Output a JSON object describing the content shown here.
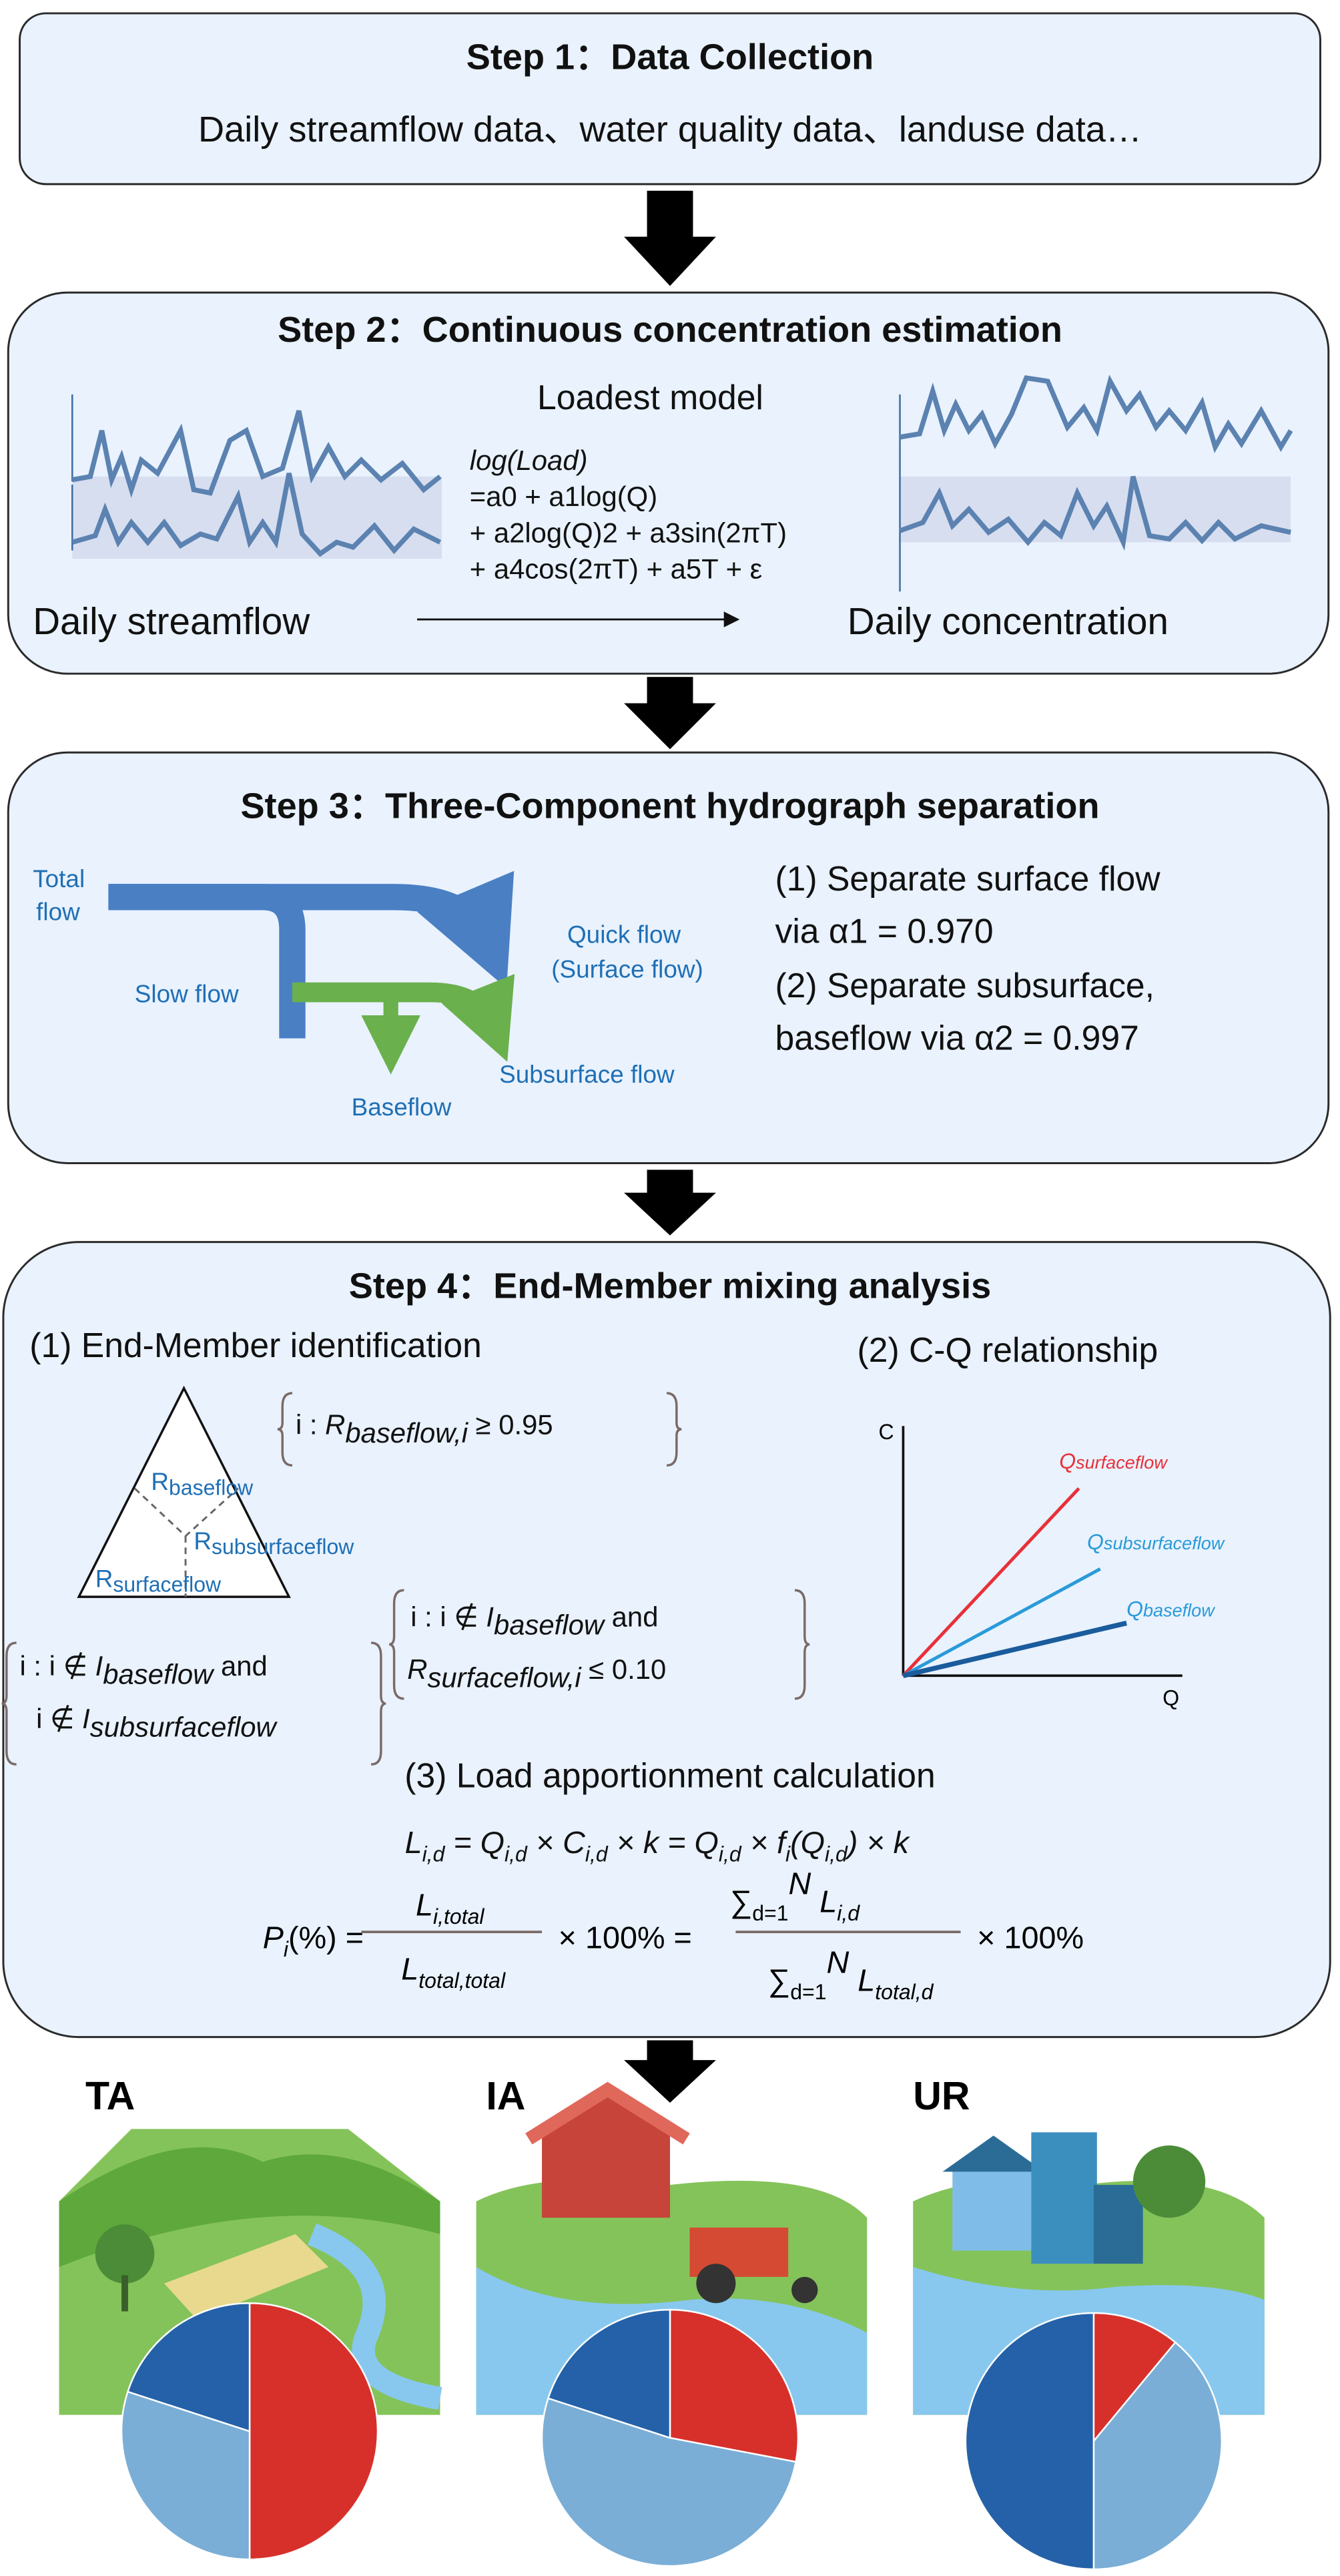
{
  "step1": {
    "title": "Step 1：Data Collection",
    "text": "Daily streamflow data、water quality data、landuse data…"
  },
  "step2": {
    "title": "Step 2：Continuous concentration estimation",
    "model": "Loadest model",
    "eq": [
      "log(Load)",
      "=a0 + a1log(Q)",
      "+ a2log(Q)2 + a3sin(2πT)",
      "+ a4cos(2πT) + a5T + ε"
    ],
    "left_label": "Daily streamflow",
    "right_label": "Daily concentration"
  },
  "step3": {
    "title": "Step 3：Three-Component hydrograph separation",
    "labels": {
      "total1": "Total",
      "total2": "flow",
      "slow": "Slow flow",
      "quick1": "Quick flow",
      "quick2": "(Surface flow)",
      "subsurface": "Subsurface flow",
      "baseflow": "Baseflow"
    },
    "notes": [
      "(1) Separate surface flow",
      "via α1 = 0.970",
      "(2) Separate subsurface,",
      "baseflow via α2 = 0.997"
    ]
  },
  "step4": {
    "title": "Step 4：End-Member mixing analysis",
    "sub1": "(1) End-Member identification",
    "sub2": "(2) C-Q relationship",
    "sub3": "(3) Load apportionment calculation",
    "triangle": {
      "R": "R",
      "baseflow": "baseflow",
      "subsurfaceflow": "subsurfaceflow",
      "surfaceflow": "surfaceflow"
    },
    "cond_base": {
      "a": "i : ",
      "b": "R",
      "c": "baseflow,i",
      "d": " ≥ 0.95"
    },
    "cond_surface": {
      "a": "i : i ∉ ",
      "b": "I",
      "c": "baseflow",
      "d": " and",
      "e": "R",
      "f": "surfaceflow,i",
      "g": " ≤ 0.10"
    },
    "cond_sub": {
      "a": "i : i ∉ ",
      "b": "I",
      "c": "baseflow",
      "d": " and",
      "e": "i ∉ ",
      "f": "I",
      "g": "subsurfaceflow"
    },
    "cq": {
      "ylabel": "C",
      "xlabel": "Q",
      "Q": "Q",
      "surface": "surfaceflow",
      "subsurface": "subsurfaceflow",
      "base": "baseflow",
      "colors": {
        "surface": "#e8303a",
        "subsurface": "#2a9ad8",
        "base": "#1a5c9c"
      }
    },
    "eq1": "L(i,d) = Q(i,d) × C(i,d) × k = Q(i,d) × f(i)(Q(i,d)) × k",
    "eq1_parts": [
      "L",
      "i,d",
      " = Q",
      "i,d",
      " × C",
      "i,d",
      " × k = Q",
      "i,d",
      " × f",
      "i",
      "(Q",
      "i,d",
      ") × k"
    ],
    "eq2_parts": {
      "lhs": "P",
      "lhs_sub": "i",
      "lhs_rest": "(%) =",
      "n1": "L",
      "n1s": "i,total",
      "d1": "L",
      "d1s": "total,total",
      "mult": "× 100% =",
      "n2": "∑",
      "n2s": "d=1",
      "n2N": "N",
      "n2r": " L",
      "n2rs": "i,d",
      "d2": "∑",
      "d2s": "d=1",
      "d2N": "N",
      "d2r": " L",
      "d2rs": "total,d",
      "mult2": "× 100%"
    }
  },
  "regions": [
    {
      "label": "TA",
      "pie": [
        {
          "name": "surface",
          "value": 50,
          "color": "#d7302b"
        },
        {
          "name": "subsurface",
          "value": 30,
          "color": "#7aaed6"
        },
        {
          "name": "base",
          "value": 20,
          "color": "#2461a8"
        }
      ]
    },
    {
      "label": "IA",
      "pie": [
        {
          "name": "surface",
          "value": 28,
          "color": "#d7302b"
        },
        {
          "name": "subsurface",
          "value": 52,
          "color": "#7aaed6"
        },
        {
          "name": "base",
          "value": 20,
          "color": "#2461a8"
        }
      ]
    },
    {
      "label": "UR",
      "pie": [
        {
          "name": "surface",
          "value": 11,
          "color": "#d7302b"
        },
        {
          "name": "subsurface",
          "value": 39,
          "color": "#7aaed6"
        },
        {
          "name": "base",
          "value": 50,
          "color": "#2461a8"
        }
      ]
    }
  ]
}
